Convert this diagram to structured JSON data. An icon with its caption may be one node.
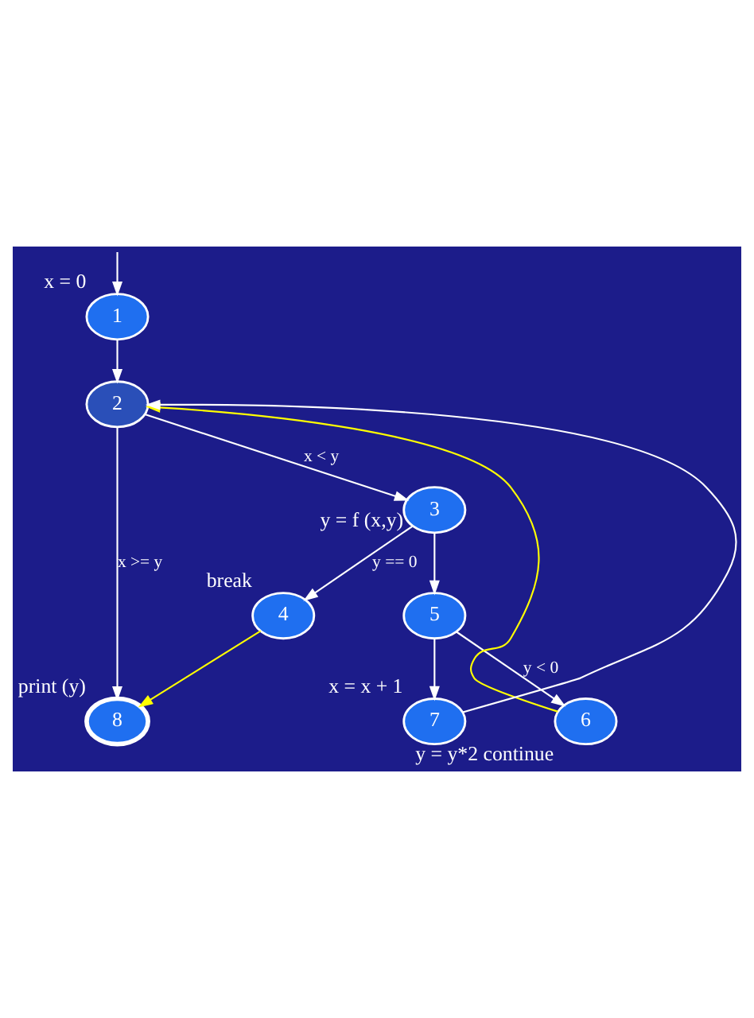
{
  "diagram": {
    "nodes": [
      {
        "text": [
          "1"
        ],
        "beside": [
          "x = 0"
        ]
      },
      {
        "text": [
          "2"
        ]
      },
      {
        "text": [
          "3"
        ],
        "beside": [
          "y = f (x,y)"
        ]
      },
      {
        "text": [
          "4"
        ],
        "beside": [
          "break"
        ]
      },
      {
        "text": [
          "5"
        ]
      },
      {
        "text": [
          "6"
        ],
        "beside": [
          "y = y*2 continue"
        ]
      },
      {
        "text": [
          "7"
        ],
        "beside": [
          "x = x + 1"
        ]
      },
      {
        "text": [
          "8"
        ],
        "beside": [
          "print (y)"
        ]
      }
    ],
    "edges": [
      {
        "from": null,
        "to": 0,
        "arrow": "to"
      },
      {
        "from": 0,
        "to": 1,
        "arrow": "to"
      },
      {
        "from": 1,
        "to": 7,
        "arrow": "to",
        "label": "x >= y"
      },
      {
        "from": 1,
        "to": 2,
        "arrow": "to",
        "label": "x < y"
      },
      {
        "from": 2,
        "to": 4,
        "arrow": "to"
      },
      {
        "from": 2,
        "to": 3,
        "arrow": "to",
        "label": "y == 0"
      },
      {
        "from": 3,
        "to": 7,
        "arrow": "to",
        "color": "#ffff00"
      },
      {
        "from": 4,
        "to": 6,
        "arrow": "to"
      },
      {
        "from": 4,
        "to": 5,
        "arrow": "to",
        "label": "y < 0"
      },
      {
        "from": 5,
        "to": 1,
        "arrow": "to",
        "color": "#ffff00"
      },
      {
        "from": 6,
        "to": 1,
        "arrow": "to"
      }
    ]
  }
}
